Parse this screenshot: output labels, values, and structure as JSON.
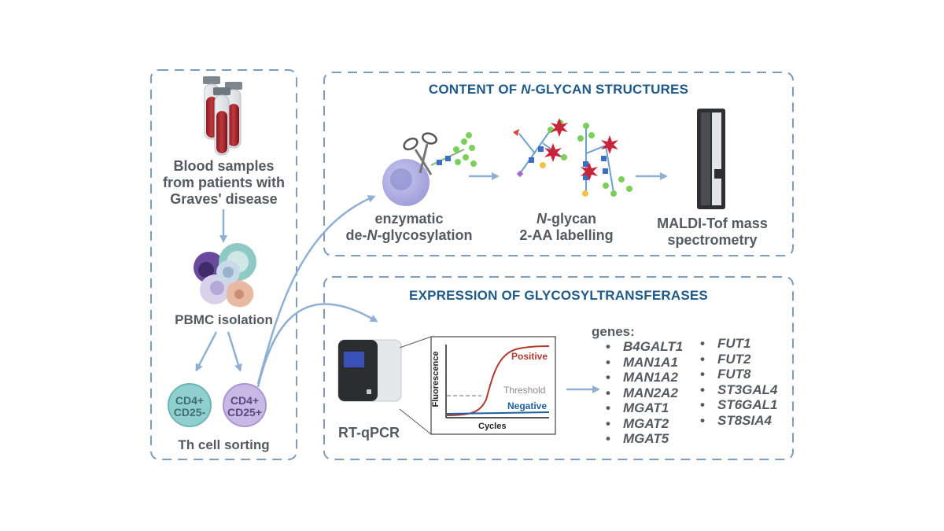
{
  "left_panel": {
    "blood_label": [
      "Blood samples",
      "from patients with",
      "Graves' disease"
    ],
    "pbmc_label": "PBMC isolation",
    "cell1": [
      "CD4+",
      "CD25-"
    ],
    "cell2": [
      "CD4+",
      "CD25+"
    ],
    "sorting_label": "Th cell sorting"
  },
  "top_panel": {
    "title_pre": "CONTENT OF ",
    "title_ital": "N",
    "title_post": "-GLYCAN STRUCTURES",
    "step1": {
      "line1": "enzymatic",
      "line2_pre": "de-",
      "line2_ital": "N",
      "line2_post": "-glycosylation"
    },
    "step2": {
      "line1_ital": "N",
      "line1_post": "-glycan",
      "line2": "2-AA labelling"
    },
    "step3": [
      "MALDI-Tof mass",
      "spectrometry"
    ]
  },
  "bottom_panel": {
    "title": "EXPRESSION OF GLYCOSYLTRANSFERASES",
    "instrument_label": "RT-qPCR",
    "genes_heading": "genes:",
    "genes_col1": [
      "B4GALT1",
      "MAN1A1",
      "MAN1A2",
      "MAN2A2",
      "MGAT1",
      "MGAT2",
      "MGAT5"
    ],
    "genes_col2": [
      "FUT1",
      "FUT2",
      "FUT8",
      "ST3GAL4",
      "ST6GAL1",
      "ST8SIA4"
    ]
  },
  "qpcr_chart": {
    "xlabel": "Cycles",
    "ylabel": "Fluorescence",
    "positive_label": "Positive",
    "threshold_label": "Threshold",
    "negative_label": "Negative"
  },
  "colors": {
    "dashed_border": "#7d9cbf",
    "title_blue": "#1f5a8a",
    "arrow": "#8fb0d3",
    "text_gray": "#555a60",
    "positive_red": "#b03a2e",
    "negative_blue": "#1f5fa0",
    "threshold_gray": "#8a8a8a"
  }
}
